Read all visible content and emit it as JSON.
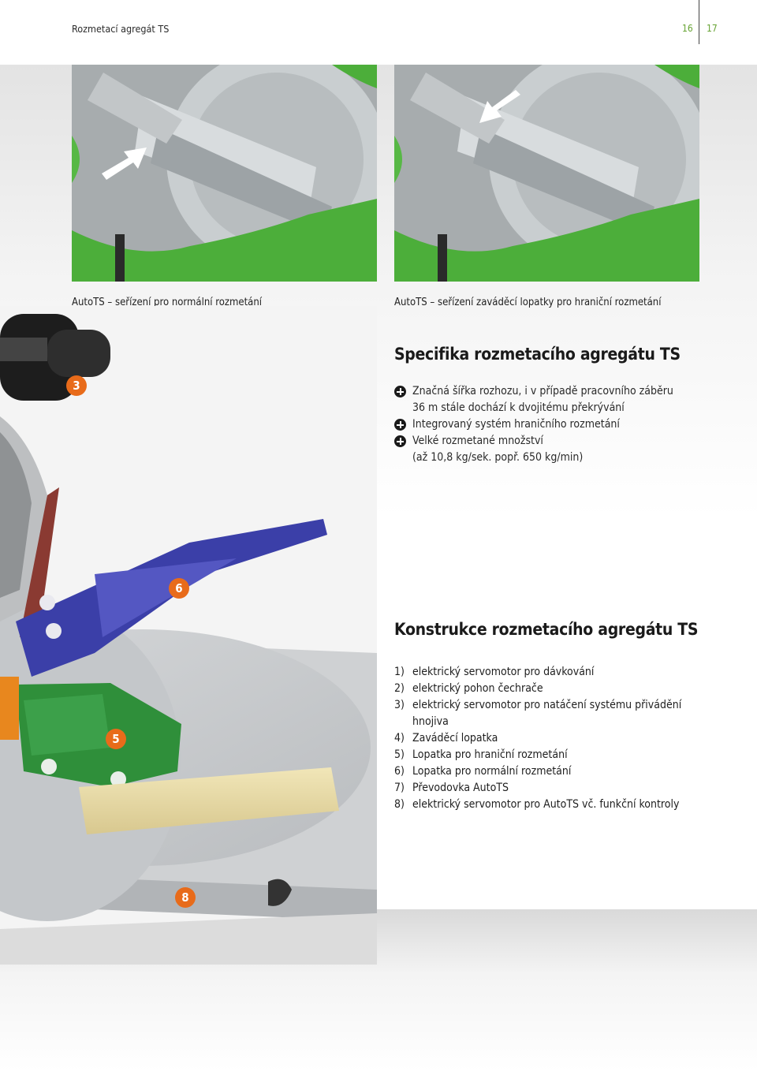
{
  "header": {
    "title": "Rozmetací agregát TS",
    "page_left": "16",
    "page_right": "17"
  },
  "photos": {
    "left_caption": "AutoTS – seřízení pro normální rozmetání",
    "right_caption": "AutoTS – seřízení zaváděcí lopatky pro hraniční rozmetání"
  },
  "specifics": {
    "heading": "Specifika rozmetacího agregátu TS",
    "items": [
      {
        "line1": "Značná šířka rozhozu, i v případě pracovního záběru",
        "line2": "36 m stále dochází k dvojitému překrývání"
      },
      {
        "line1": "Integrovaný systém hraničního rozmetání",
        "line2": ""
      },
      {
        "line1": "Velké rozmetané množství",
        "line2": "(až 10,8 kg/sek. popř. 650 kg/min)"
      }
    ]
  },
  "construction": {
    "heading": "Konstrukce rozmetacího agregátu TS",
    "parts": [
      {
        "num": "1)",
        "text": "elektrický servomotor pro dávkování"
      },
      {
        "num": "2)",
        "text": "elektrický pohon čechrače"
      },
      {
        "num": "3)",
        "text": "elektrický servomotor pro natáčení systému přivádění hnojiva"
      },
      {
        "num": "4)",
        "text": "Zaváděcí lopatka"
      },
      {
        "num": "5)",
        "text": "Lopatka pro hraniční rozmetání"
      },
      {
        "num": "6)",
        "text": "Lopatka pro normální rozmetání"
      },
      {
        "num": "7)",
        "text": "Převodovka AutoTS"
      },
      {
        "num": "8)",
        "text": "elektrický servomotor pro AutoTS vč. funkční kontroly"
      }
    ]
  },
  "markers": [
    "3",
    "6",
    "5",
    "8"
  ],
  "colors": {
    "accent_orange": "#e86b1a",
    "accent_green": "#66a332",
    "vane_blue": "#3b3fa8",
    "vane_green": "#2f8f3a"
  }
}
